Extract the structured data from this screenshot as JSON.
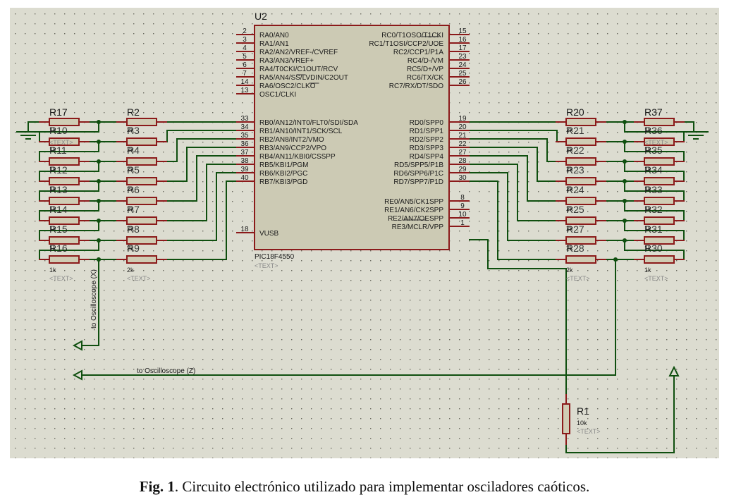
{
  "chip": {
    "ref": "U2",
    "part": "PIC18F4550",
    "text_placeholder": "<TEXT>",
    "left_pins": [
      {
        "num": "2",
        "name": "RA0/AN0"
      },
      {
        "num": "3",
        "name": "RA1/AN1"
      },
      {
        "num": "4",
        "name": "RA2/AN2/VREF-/CVREF"
      },
      {
        "num": "5",
        "name": "RA3/AN3/VREF+"
      },
      {
        "num": "6",
        "name": "RA4/T0CKI/C1OUT/RCV"
      },
      {
        "num": "7",
        "name": "RA5/AN4/SS/LVDIN/C2OUT"
      },
      {
        "num": "14",
        "name": "RA6/OSC2/CLKO"
      },
      {
        "num": "13",
        "name": "OSC1/CLKI"
      },
      {
        "num": "33",
        "name": "RB0/AN12/INT0/FLT0/SDI/SDA"
      },
      {
        "num": "34",
        "name": "RB1/AN10/INT1/SCK/SCL"
      },
      {
        "num": "35",
        "name": "RB2/AN8/INT2/VMO"
      },
      {
        "num": "36",
        "name": "RB3/AN9/CCP2/VPO"
      },
      {
        "num": "37",
        "name": "RB4/AN11/KBI0/CSSPP"
      },
      {
        "num": "38",
        "name": "RB5/KBI1/PGM"
      },
      {
        "num": "39",
        "name": "RB6/KBI2/PGC"
      },
      {
        "num": "40",
        "name": "RB7/KBI3/PGD"
      },
      {
        "num": "18",
        "name": "VUSB"
      }
    ],
    "right_pins": [
      {
        "num": "15",
        "name": "RC0/T1OSO/T1CKI"
      },
      {
        "num": "16",
        "name": "RC1/T1OSI/CCP2/UOE"
      },
      {
        "num": "17",
        "name": "RC2/CCP1/P1A"
      },
      {
        "num": "23",
        "name": "RC4/D-/VM"
      },
      {
        "num": "24",
        "name": "RC5/D+/VP"
      },
      {
        "num": "25",
        "name": "RC6/TX/CK"
      },
      {
        "num": "26",
        "name": "RC7/RX/DT/SDO"
      },
      {
        "num": "19",
        "name": "RD0/SPP0"
      },
      {
        "num": "20",
        "name": "RD1/SPP1"
      },
      {
        "num": "21",
        "name": "RD2/SPP2"
      },
      {
        "num": "22",
        "name": "RD3/SPP3"
      },
      {
        "num": "27",
        "name": "RD4/SPP4"
      },
      {
        "num": "28",
        "name": "RD5/SPP5/P1B"
      },
      {
        "num": "29",
        "name": "RD6/SPP6/P1C"
      },
      {
        "num": "30",
        "name": "RD7/SPP7/P1D"
      },
      {
        "num": "8",
        "name": "RE0/AN5/CK1SPP"
      },
      {
        "num": "9",
        "name": "RE1/AN6/CK2SPP"
      },
      {
        "num": "10",
        "name": "RE2/AN7/OESPP"
      },
      {
        "num": "1",
        "name": "RE3/MCLR/VPP"
      }
    ]
  },
  "resistors": {
    "left_outer": {
      "refs": [
        "R17",
        "R10",
        "R11",
        "R12",
        "R13",
        "R14",
        "R15",
        "R16"
      ],
      "value": "1k"
    },
    "left_inner": {
      "refs": [
        "R2",
        "R3",
        "R4",
        "R5",
        "R6",
        "R7",
        "R8",
        "R9"
      ],
      "value": "2k"
    },
    "right_inner": {
      "refs": [
        "R20",
        "R21",
        "R22",
        "R23",
        "R24",
        "R25",
        "R27",
        "R28"
      ],
      "value": "2k"
    },
    "right_outer": {
      "refs": [
        "R37",
        "R36",
        "R35",
        "R34",
        "R33",
        "R32",
        "R31",
        "R30"
      ],
      "value": "1k"
    },
    "load": {
      "ref": "R1",
      "value": "10k"
    },
    "text_placeholder": "<TEXT>"
  },
  "labels": {
    "osc_x": "to Oscilloscope (X)",
    "osc_z": "to Oscilloscope (Z)"
  },
  "caption": {
    "prefix": "Fig. 1",
    "text": ". Circuito electrónico utilizado para implementar osciladores caóticos."
  },
  "colors": {
    "wire": "#0f4f0f",
    "component": "#8b1a1a",
    "body_fill": "#d0ccb4",
    "chip_fill": "#cccab4",
    "panel_bg": "#dcdcd0"
  }
}
